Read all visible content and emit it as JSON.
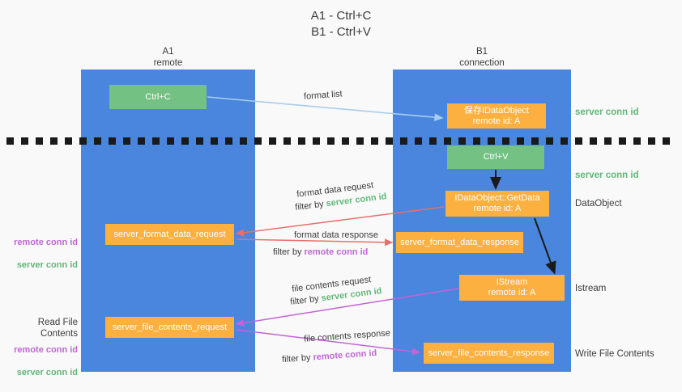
{
  "title": "A1 - Ctrl+C\nB1 - Ctrl+V",
  "columns": [
    {
      "name": "A1",
      "sub": "remote",
      "header": "A1\nremote"
    },
    {
      "name": "B1",
      "sub": "connection",
      "header": "B1\nconnection"
    }
  ],
  "boxes": {
    "ctrl_c": "Ctrl+C",
    "save_idataobject": "保存IDataObject\nremote id: A",
    "ctrl_v": "Ctrl+V",
    "getdata": "IDataObject::GetData\nremote id: A",
    "format_data_request": "server_format_data_request",
    "format_data_response": "server_format_data_response",
    "istream": "IStream\nremote id: A",
    "file_contents_request": "server_file_contents_request",
    "file_contents_response": "server_file_contents_response"
  },
  "right_labels": {
    "server_conn_id_1": "server conn id",
    "server_conn_id_2": "server conn id",
    "dataobject": "DataObject",
    "istream": "Istream",
    "write_file_contents": "Write File Contents"
  },
  "left_labels": {
    "read_file_contents": "Read File Contents",
    "remote_conn_id": "remote conn id",
    "server_conn_id": "server conn id"
  },
  "captions": {
    "format_list": "format list",
    "format_data_request": "format data request",
    "filter_by": "filter by ",
    "server_conn_id": "server conn id",
    "remote_conn_id": "remote conn id",
    "format_data_response": "format data response",
    "file_contents_request": "file contents request",
    "file_contents_response": "file contents response"
  },
  "colors": {
    "lane_blue": "#4a86dd",
    "box_green": "#73c183",
    "box_orange": "#fbb03f",
    "server_green": "#5fb878",
    "remote_purple": "#c364d8",
    "arrow_lightblue": "#a8cdee",
    "arrow_red": "#e8706a",
    "arrow_purple": "#c364d8",
    "arrow_black": "#1a1a1a",
    "background": "#f9f9f9"
  }
}
